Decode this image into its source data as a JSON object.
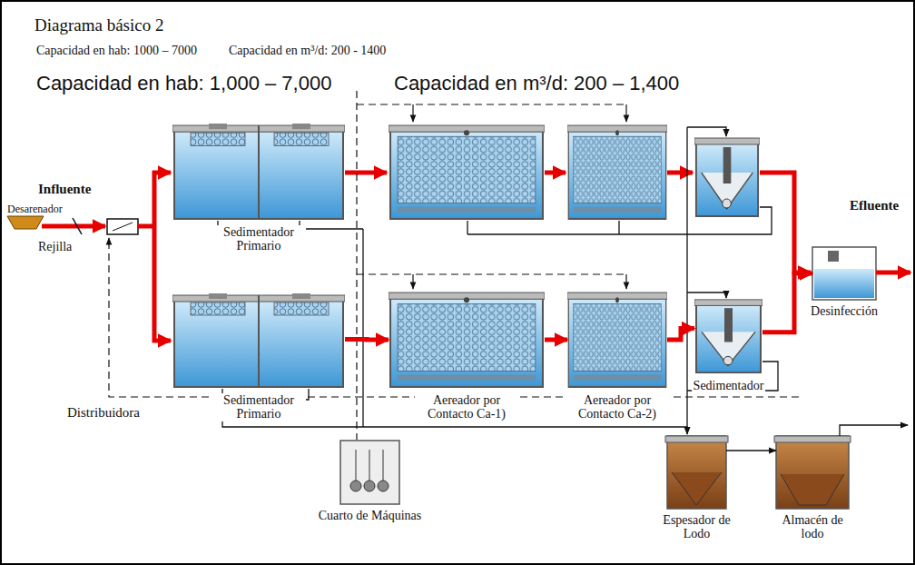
{
  "diagram": {
    "title": "Diagrama básico 2",
    "nodes": [
      {
        "text": [
          "Sedimentador Primario"
        ]
      },
      {
        "text": [
          "Sedimentador Primario"
        ]
      },
      {
        "text": [
          "Aereador por Contacto Ca-1)"
        ]
      },
      {
        "text": [
          "Aereador por Contacto Ca-2)"
        ]
      },
      {
        "text": [
          "Sedimentador"
        ]
      },
      {
        "text": [
          "Desinfección"
        ]
      },
      {
        "text": [
          "Cuarto de Máquinas"
        ]
      },
      {
        "text": [
          "Espesador de Lodo"
        ]
      },
      {
        "text": [
          "Almacén de lodo"
        ]
      }
    ],
    "edges": [
      {
        "from": 1,
        "to": 2,
        "arrow": "to"
      },
      {
        "from": 2,
        "to": 3,
        "arrow": "to"
      },
      {
        "from": 3,
        "to": 4,
        "arrow": "to"
      },
      {
        "from": 4,
        "to": 5,
        "arrow": "to"
      },
      {
        "from": 7,
        "to": 8,
        "arrow": "to"
      }
    ],
    "labels": [
      "Capacidad en hab: 1000 – 7000",
      "Capacidad en m³/d: 200 - 1400",
      "Capacidad en hab: 1,000 – 7,000",
      "Capacidad en m³/d: 200 – 1,400",
      "Influente",
      "Desarenador",
      "Rejilla",
      "Distribuidora",
      "Efluente"
    ]
  }
}
